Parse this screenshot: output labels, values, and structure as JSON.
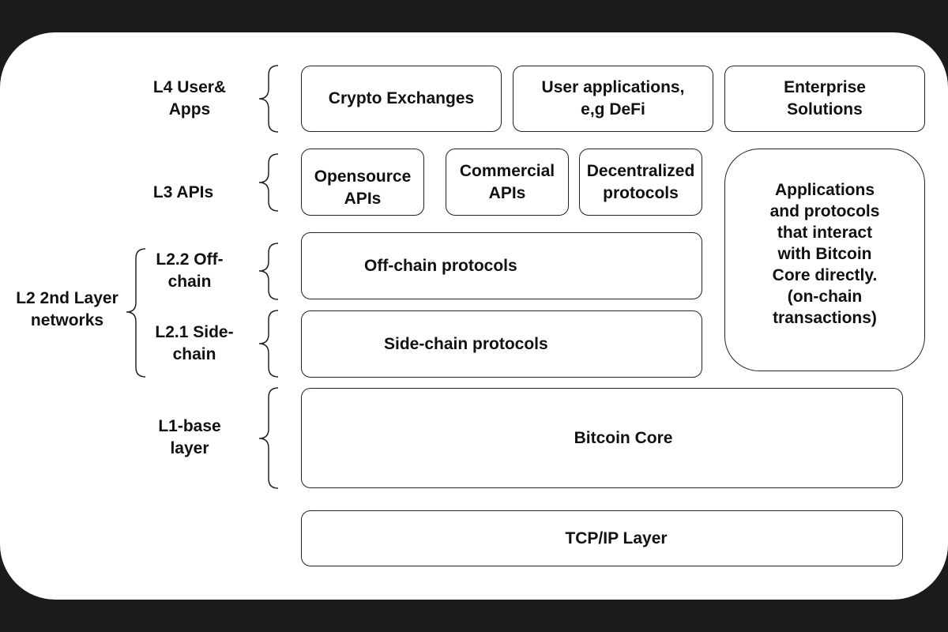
{
  "layers": {
    "l4": "L4 User&\nApps",
    "l3": "L3 APIs",
    "l2_group": "L2 2nd Layer\nnetworks",
    "l22": "L2.2 Off-\nchain",
    "l21": "L2.1 Side-\nchain",
    "l1": "L1-base\nlayer"
  },
  "boxes": {
    "crypto_exchanges": "Crypto Exchanges",
    "user_applications": "User applications,\ne,g DeFi",
    "enterprise_solutions": "Enterprise\nSolutions",
    "opensource_apis": "Opensource\nAPIs",
    "commercial_apis": "Commercial\nAPIs",
    "decentralized_protocols": "Decentralized\nprotocols",
    "direct_interaction": "Applications\nand protocols\nthat interact\nwith Bitcoin\nCore directly.\n(on-chain\ntransactions)",
    "offchain_protocols": "Off-chain protocols",
    "sidechain_protocols": "Side-chain protocols",
    "bitcoin_core": "Bitcoin Core",
    "tcpip_layer": "TCP/IP Layer"
  }
}
